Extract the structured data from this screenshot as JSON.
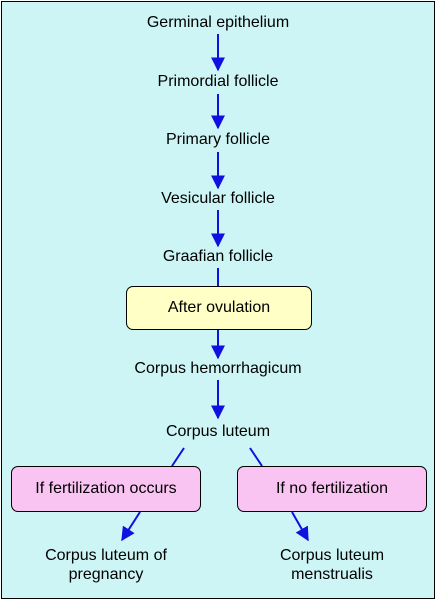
{
  "diagram": {
    "colors": {
      "background": "#cdf5f5",
      "arrow": "#1010e0",
      "yellow_box": "#ffffc6",
      "pink_box": "#f9c3f2"
    },
    "nodes": {
      "germinal_epithelium": "Germinal epithelium",
      "primordial_follicle": "Primordial follicle",
      "primary_follicle": "Primary follicle",
      "vesicular_follicle": "Vesicular follicle",
      "graafian_follicle": "Graafian follicle",
      "after_ovulation": "After ovulation",
      "corpus_hemorrhagicum": "Corpus hemorrhagicum",
      "corpus_luteum": "Corpus luteum",
      "if_fertilization_occurs": "If fertilization occurs",
      "if_no_fertilization": "If no fertilization",
      "corpus_luteum_of_pregnancy": "Corpus luteum of pregnancy",
      "corpus_luteum_menstrualis": "Corpus luteum menstrualis"
    }
  }
}
